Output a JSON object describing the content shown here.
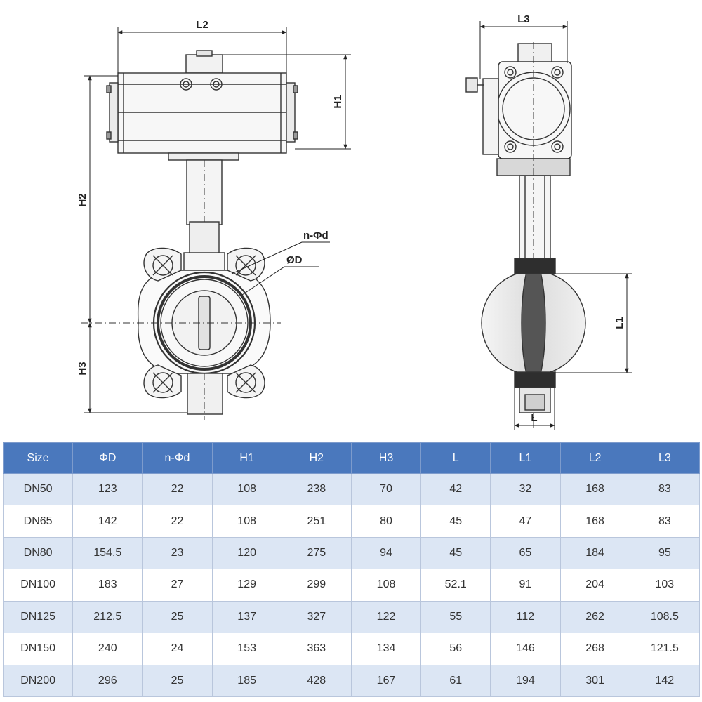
{
  "drawing": {
    "front_view": {
      "labels": {
        "l2": "L2",
        "h1": "H1",
        "h2": "H2",
        "h3": "H3",
        "nd": "n-Φd",
        "od": "ØD"
      }
    },
    "side_view": {
      "labels": {
        "l3": "L3",
        "l1": "L1",
        "l": "L"
      }
    }
  },
  "table": {
    "headers": [
      "Size",
      "ΦD",
      "n-Φd",
      "H1",
      "H2",
      "H3",
      "L",
      "L1",
      "L2",
      "L3"
    ],
    "rows": [
      [
        "DN50",
        "123",
        "22",
        "108",
        "238",
        "70",
        "42",
        "32",
        "168",
        "83"
      ],
      [
        "DN65",
        "142",
        "22",
        "108",
        "251",
        "80",
        "45",
        "47",
        "168",
        "83"
      ],
      [
        "DN80",
        "154.5",
        "23",
        "120",
        "275",
        "94",
        "45",
        "65",
        "184",
        "95"
      ],
      [
        "DN100",
        "183",
        "27",
        "129",
        "299",
        "108",
        "52.1",
        "91",
        "204",
        "103"
      ],
      [
        "DN125",
        "212.5",
        "25",
        "137",
        "327",
        "122",
        "55",
        "112",
        "262",
        "108.5"
      ],
      [
        "DN150",
        "240",
        "24",
        "153",
        "363",
        "134",
        "56",
        "146",
        "268",
        "121.5"
      ],
      [
        "DN200",
        "296",
        "25",
        "185",
        "428",
        "167",
        "61",
        "194",
        "301",
        "142"
      ]
    ],
    "colors": {
      "header_bg": "#4a78bd",
      "header_text": "#ffffff",
      "alt_row_bg": "#dce6f4",
      "row_bg": "#ffffff"
    }
  }
}
